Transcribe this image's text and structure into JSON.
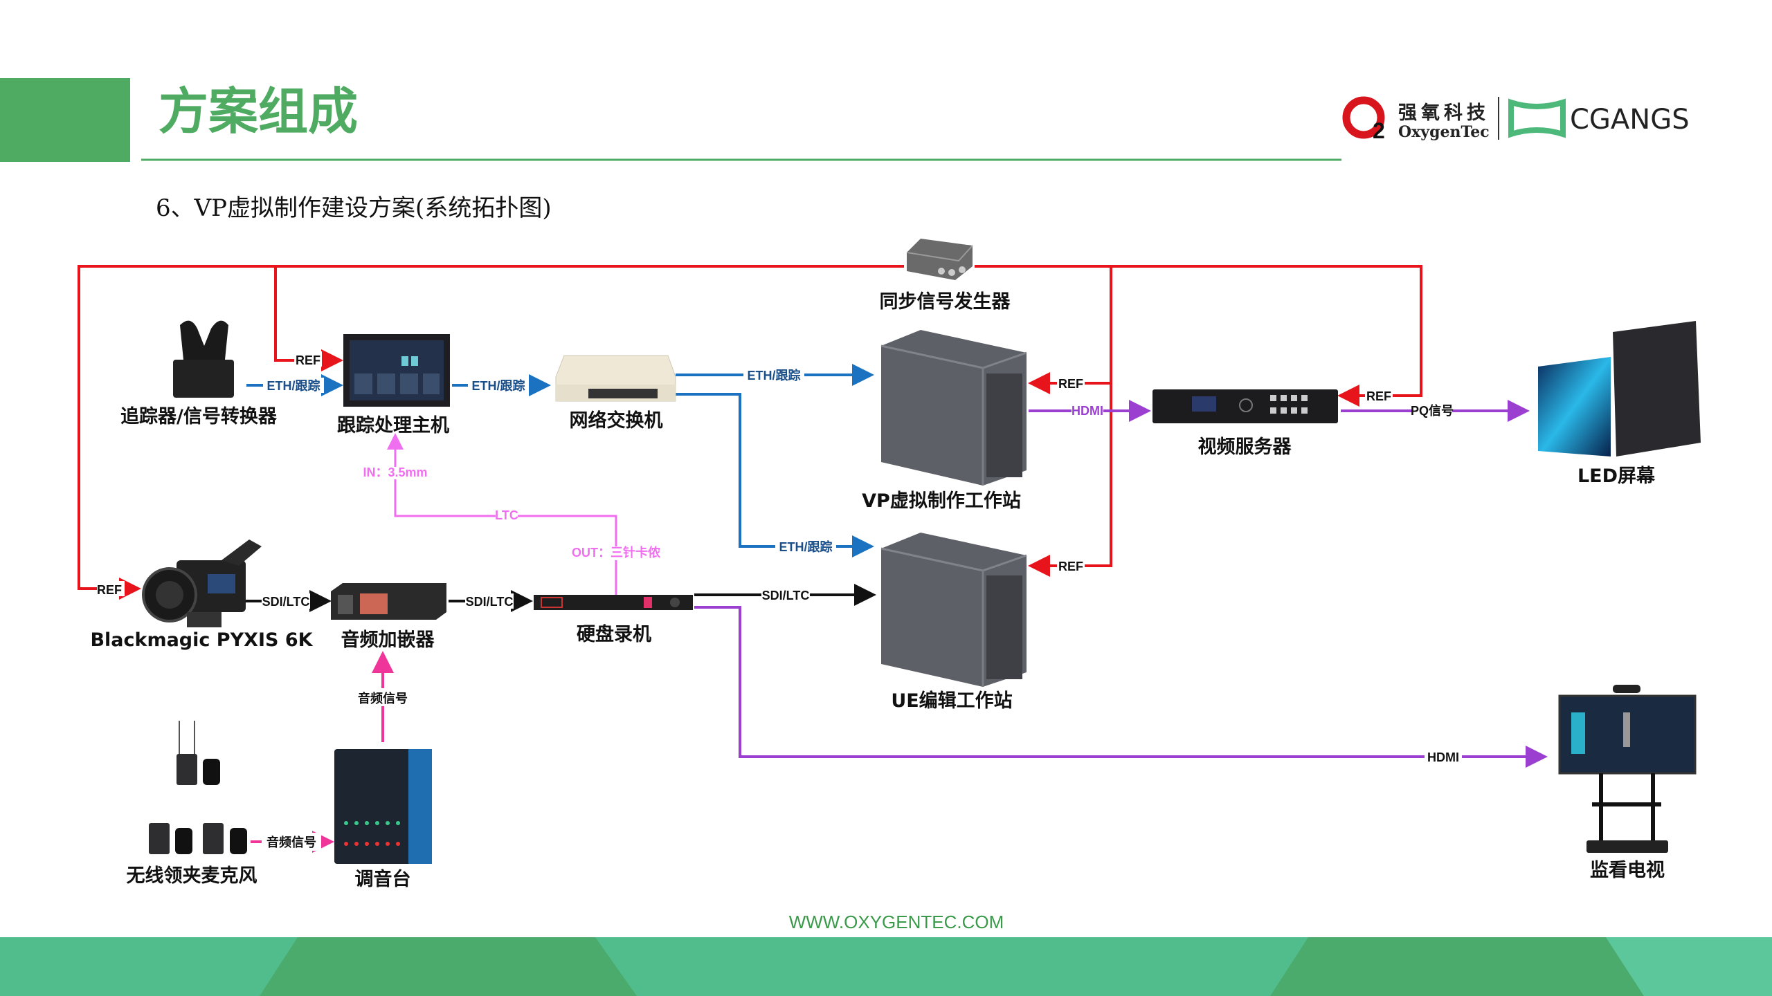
{
  "header": {
    "title": "方案组成",
    "subtitle": "6、VP虚拟制作建设方案(系统拓扑图)",
    "accent_color": "#4faa62"
  },
  "logo": {
    "oxygentec_cn": "强氧科技",
    "oxygentec_en": "OxygenTec",
    "o2_mark": "O2",
    "cgangs": "CGANGS"
  },
  "nodes": {
    "sync_generator": "同步信号发生器",
    "tracker": "追踪器/信号转换器",
    "tracking_host": "跟踪处理主机",
    "network_switch": "网络交换机",
    "vp_workstation": "VP虚拟制作工作站",
    "video_server": "视频服务器",
    "led_screen": "LED屏幕",
    "camera": "Blackmagic PYXIS 6K",
    "audio_embedder": "音频加嵌器",
    "disk_recorder": "硬盘录机",
    "ue_workstation": "UE编辑工作站",
    "wireless_mics": "无线领夹麦克风",
    "mixer": "调音台",
    "monitor_tv": "监看电视"
  },
  "connections": {
    "ref": "REF",
    "eth_tracking": "ETH/跟踪",
    "hdmi": "HDMI",
    "pq_signal": "PQ信号",
    "sdi_ltc": "SDI/LTC",
    "ltc": "LTC",
    "in_35mm": "IN：3.5mm",
    "out_xlr": "OUT：三针卡侬",
    "audio_signal": "音频信号"
  },
  "colors": {
    "ref": "#e8141c",
    "eth": "#1a72c0",
    "hdmi": "#9a3fd0",
    "ltc": "#f06ef0",
    "audio": "#f0359a",
    "sdi": "#111111"
  },
  "footer": {
    "url": "WWW.OXYGENTEC.COM"
  }
}
